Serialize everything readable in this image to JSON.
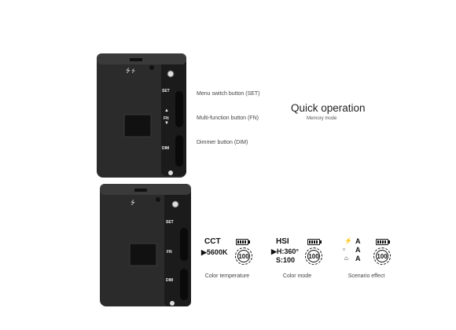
{
  "labels": {
    "set_button": "Menu switch button  (SET)",
    "fn_button": "Multi-function button (FN)",
    "dim_button": "Dimmer button (DIM)"
  },
  "title": "Quick operation",
  "subtitle": "Memory mode",
  "device": {
    "set_text": "SET",
    "fn_text": "FN",
    "dim_text": "DIM"
  },
  "modes": [
    {
      "name": "CCT",
      "line1": "▶5600K",
      "dimmer": "100",
      "caption": "Color temperature"
    },
    {
      "name": "HSI",
      "line1": "▶H:360°",
      "line2": "S:100",
      "dimmer": "100",
      "caption": "Color mode"
    },
    {
      "name": "",
      "rows": [
        "A",
        "A",
        "A"
      ],
      "dimmer": "100",
      "caption": "Scenario effect"
    }
  ],
  "colors": {
    "device_body": "#2a2a2a",
    "device_edge": "#0d0d0d",
    "background": "#ffffff"
  }
}
